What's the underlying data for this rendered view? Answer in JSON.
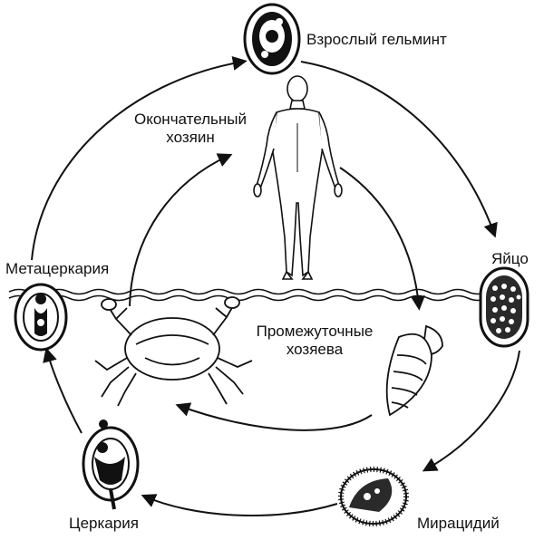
{
  "labels": {
    "adult": "Взрослый гельминт",
    "definitive_host_line1": "Окончательный",
    "definitive_host_line2": "хозяин",
    "egg": "Яйцо",
    "metacercaria": "Метацеркария",
    "intermediate_hosts_line1": "Промежуточные",
    "intermediate_hosts_line2": "хозяева",
    "cercaria": "Церкария",
    "miracidium": "Мирацидий"
  },
  "colors": {
    "ink": "#111111",
    "egg_fill": "#2a2a2a",
    "background": "#ffffff"
  }
}
